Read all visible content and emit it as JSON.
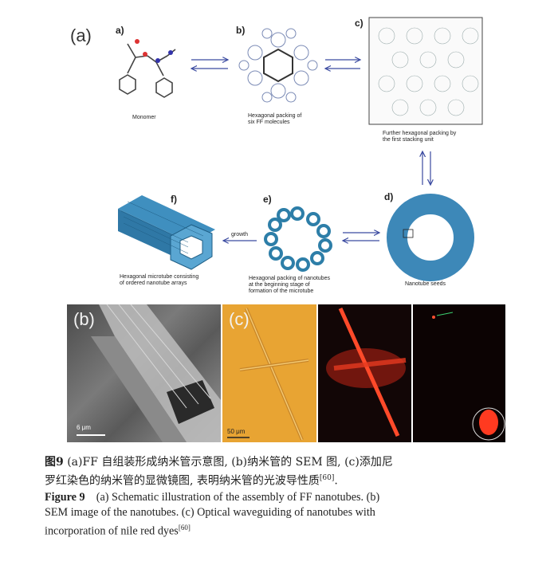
{
  "figure": {
    "panel_a_label": "(a)",
    "subpanels": {
      "a": {
        "letter": "a)",
        "caption": "Monomer"
      },
      "b": {
        "letter": "b)",
        "caption_line1": "Hexagonal packing of",
        "caption_line2": "six FF molecules"
      },
      "c": {
        "letter": "c)",
        "caption_line1": "Further hexagonal packing by",
        "caption_line2": "the first stacking unit"
      },
      "d": {
        "letter": "d)",
        "caption": "Nanotube seeds"
      },
      "e": {
        "letter": "e)",
        "caption_line1": "Hexagonal packing of  nanotubes",
        "caption_line2": "at the beginning stage of",
        "caption_line3": "formation of the microtube"
      },
      "f": {
        "letter": "f)",
        "caption_line1": "Hexagonal microtube consisting",
        "caption_line2": "of ordered nanotube arrays"
      }
    },
    "growth_label": "growth",
    "panel_b_label": "(b)",
    "panel_c_label": "(c)",
    "scale_b": "6 μm",
    "scale_c": "50 μm"
  },
  "caption": {
    "cn_label": "图9",
    "cn_text_line1": "(a)FF 自组装形成纳米管示意图, (b)纳米管的 SEM 图, (c)添加尼",
    "cn_text_line2": "罗红染色的纳米管的显微镜图, 表明纳米管的光波导性质",
    "cn_ref": "[60]",
    "cn_end": ".",
    "en_label": "Figure 9",
    "en_text_line1": "(a) Schematic illustration of the assembly of FF nanotubes. (b)",
    "en_text_line2": "SEM image of the nanotubes. (c) Optical waveguiding of nanotubes with",
    "en_text_line3": "incorporation of nile red dyes",
    "en_ref": "[60]"
  }
}
